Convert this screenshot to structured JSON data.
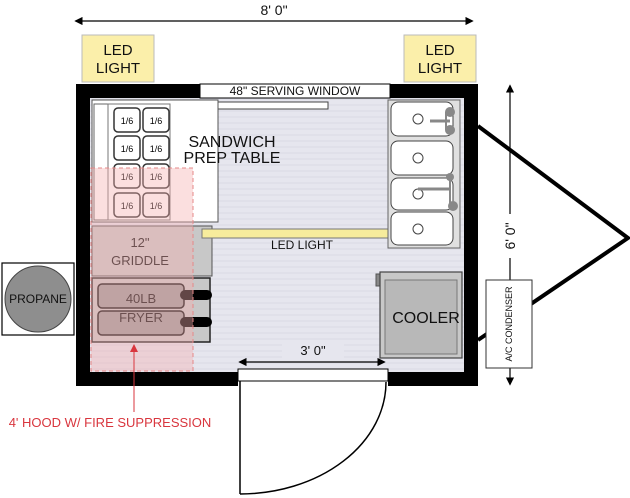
{
  "dimensions": {
    "width": "8' 0\"",
    "height": "6' 0\"",
    "door": "3' 0\""
  },
  "labels": {
    "led_light_left": [
      "LED",
      "LIGHT"
    ],
    "led_light_right": [
      "LED",
      "LIGHT"
    ],
    "serving_window": "48\" SERVING WINDOW",
    "sandwich_prep_table": [
      "SANDWICH",
      "PREP TABLE"
    ],
    "pan_size": "1/6",
    "led_light_bar": "LED LIGHT",
    "griddle": [
      "12\"",
      "GRIDDLE"
    ],
    "fryer": [
      "40LB",
      "FRYER"
    ],
    "cooler": "COOLER",
    "propane": "PROPANE",
    "ac_condenser": "A/C CONDENSER",
    "hood": "4' HOOD W/ FIRE SUPPRESSION"
  },
  "colors": {
    "wall": "#000000",
    "floor": "#e8e8f0",
    "led_box": "#fbefaa",
    "led_bar": "#f7ec9c",
    "hood": "#f4b0b0",
    "hood_text": "#d9363e",
    "equipment": "#c8c8c8"
  }
}
